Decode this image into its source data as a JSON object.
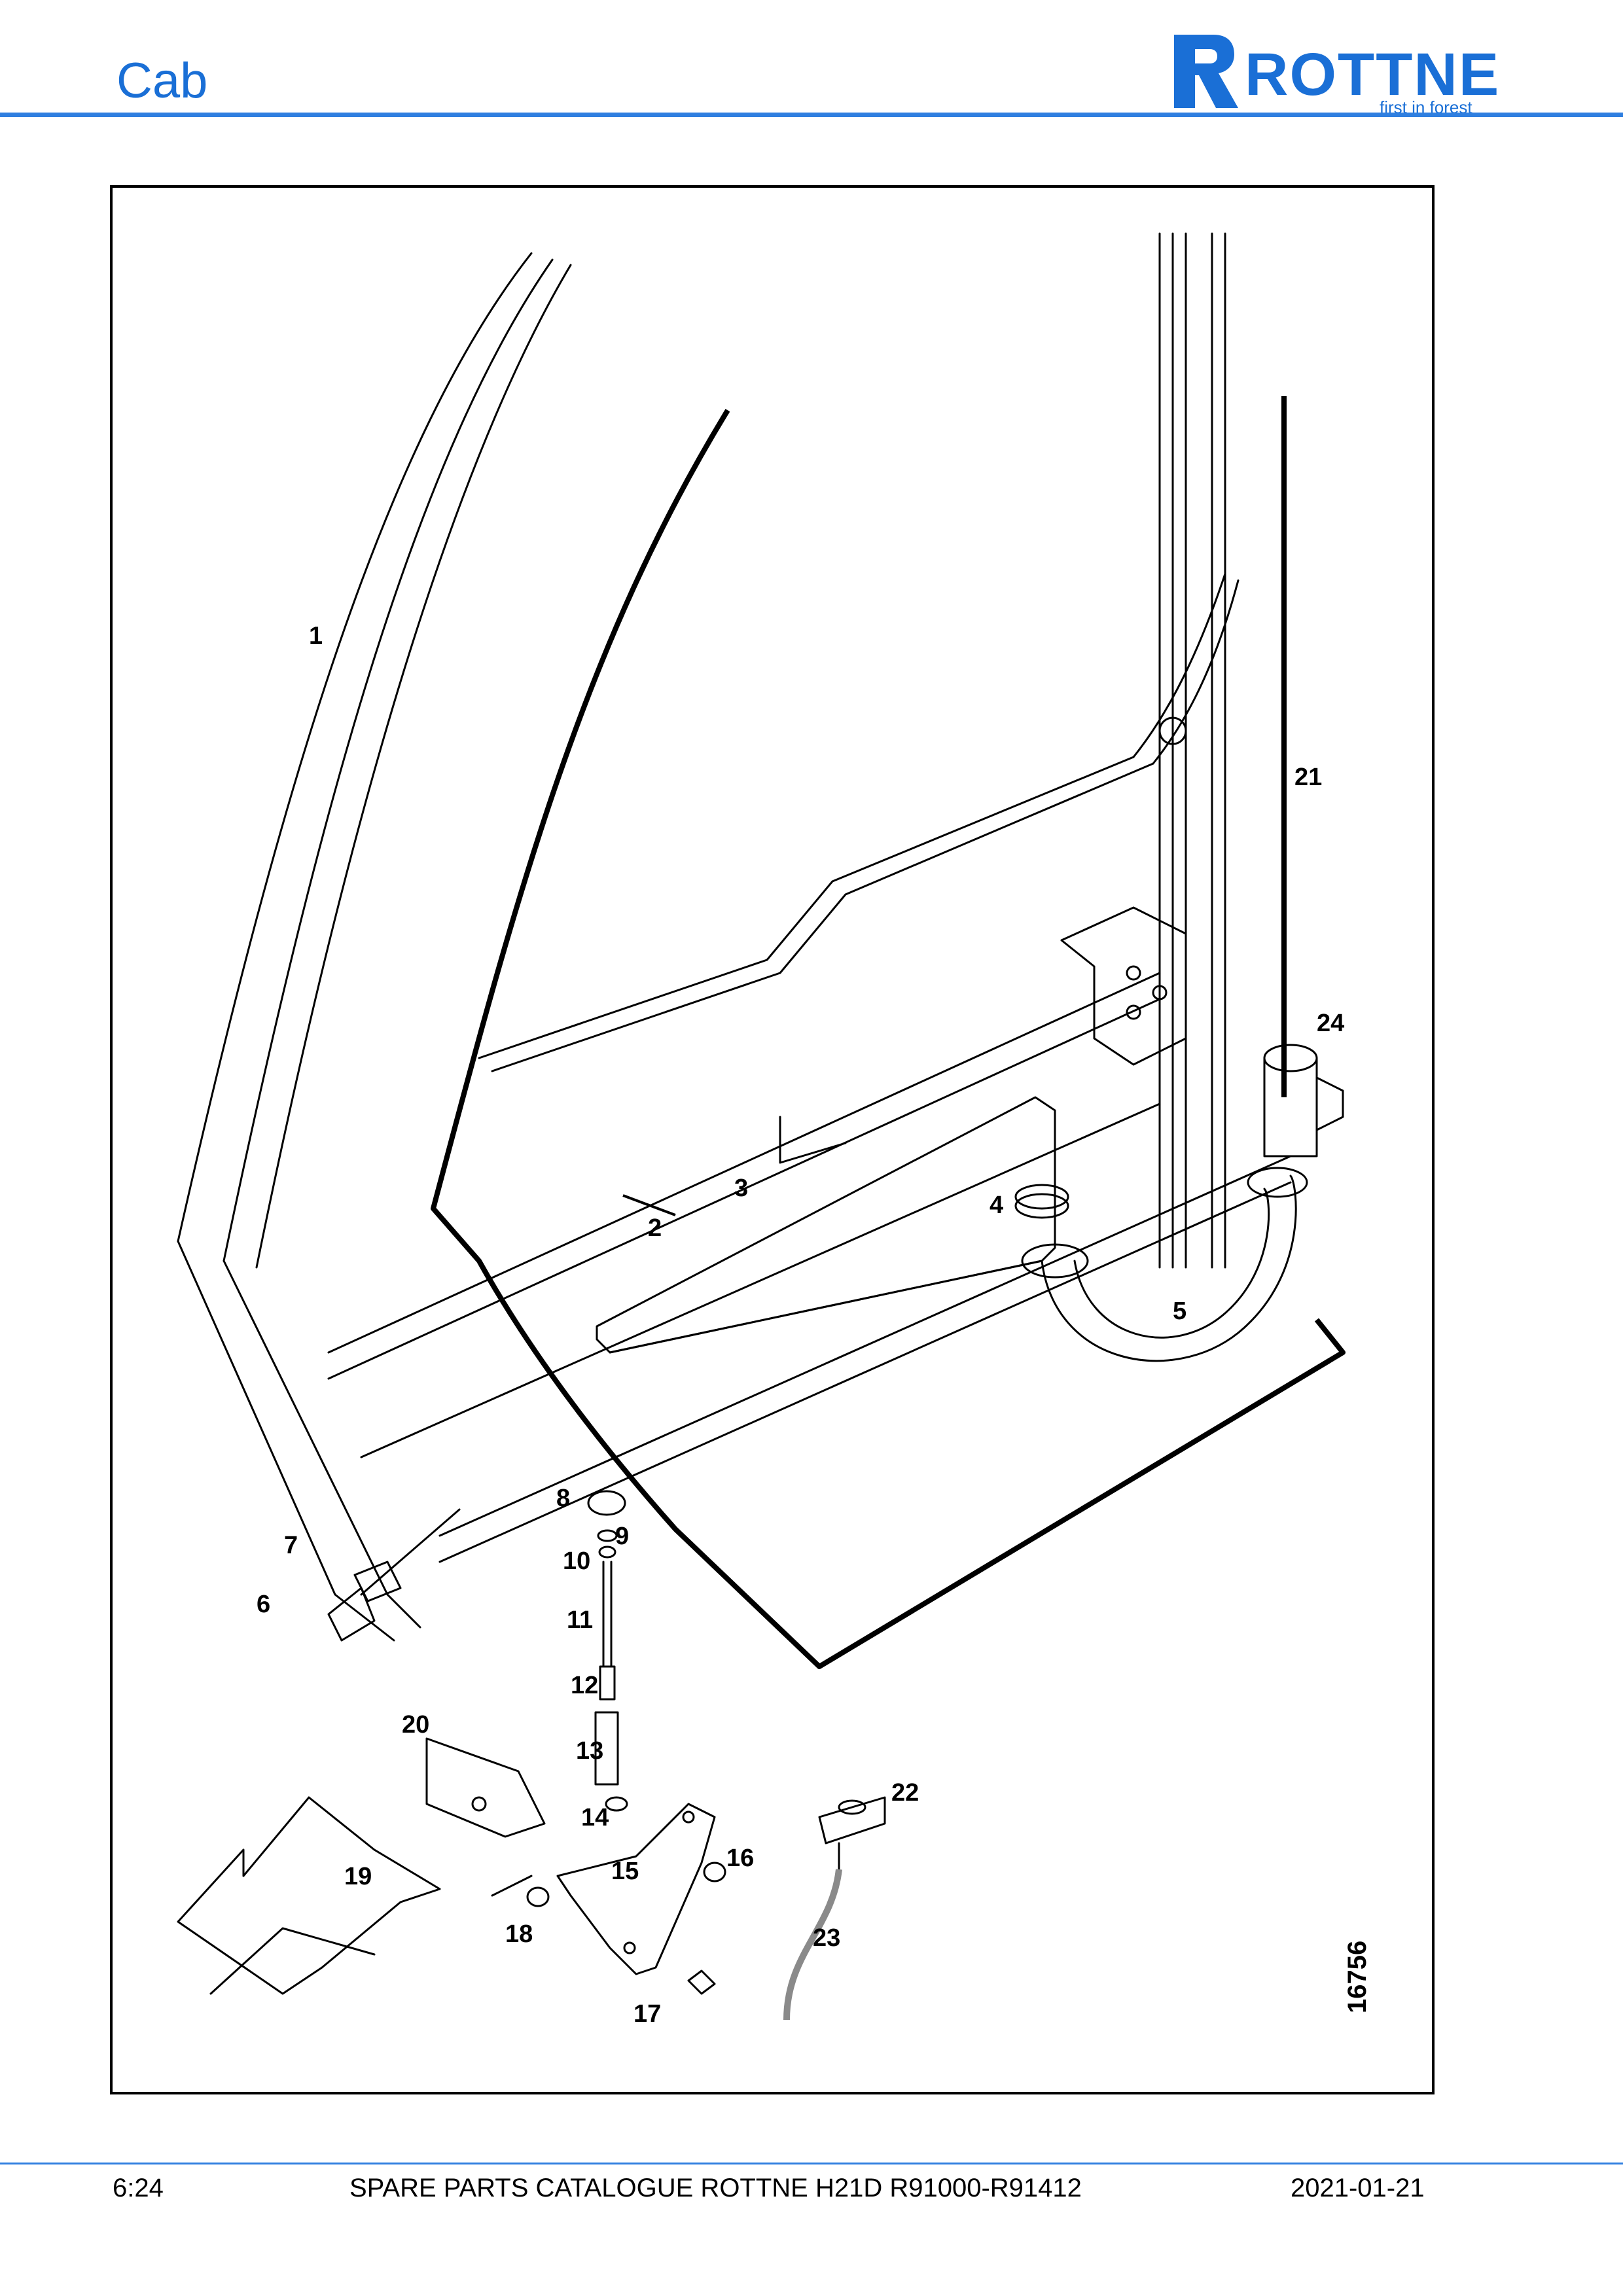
{
  "header": {
    "section_title": "Cab",
    "logo": {
      "brand": "ROTTNE",
      "tagline": "first in forest",
      "brand_color": "#1a6fd6"
    }
  },
  "figure": {
    "drawing_number": "16756",
    "callouts": [
      "1",
      "2",
      "3",
      "4",
      "5",
      "6",
      "7",
      "8",
      "9",
      "10",
      "11",
      "12",
      "13",
      "14",
      "15",
      "16",
      "17",
      "18",
      "19",
      "20",
      "21",
      "22",
      "23",
      "24"
    ]
  },
  "footer": {
    "page_number": "6:24",
    "catalogue_title": "SPARE PARTS CATALOGUE ROTTNE H21D R91000-R91412",
    "date": "2021-01-21"
  }
}
